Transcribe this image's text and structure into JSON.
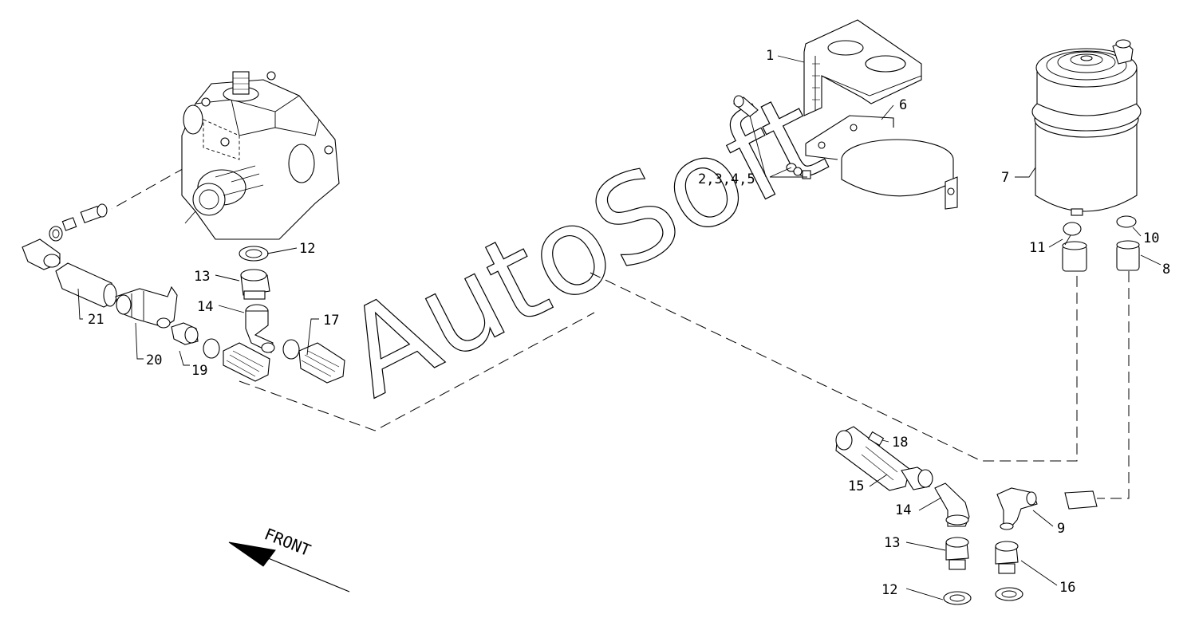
{
  "watermark": "AutoSoft",
  "direction_label": "FRONT",
  "callouts": {
    "c1": "1",
    "c2345": "2,3,4,5",
    "c6": "6",
    "c7": "7",
    "c8": "8",
    "c9": "9",
    "c10": "10",
    "c11": "11",
    "c12a": "12",
    "c12b": "12",
    "c13a": "13",
    "c13b": "13",
    "c14a": "14",
    "c14b": "14",
    "c15": "15",
    "c16": "16",
    "c17": "17",
    "c18": "18",
    "c19": "19",
    "c20": "20",
    "c21": "21"
  }
}
